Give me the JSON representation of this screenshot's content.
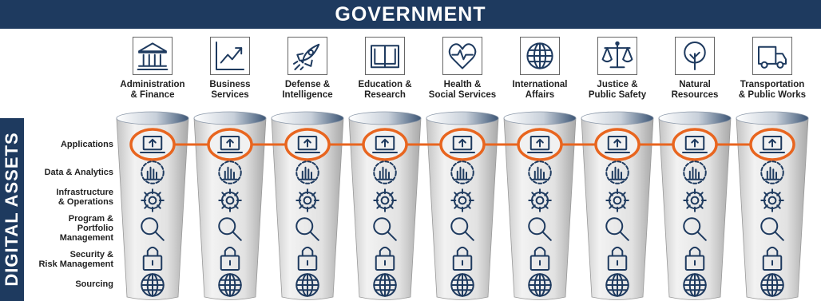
{
  "banner": {
    "title": "GOVERNMENT"
  },
  "side_label": "DIGITAL ASSETS",
  "colors": {
    "navy": "#1e3a5f",
    "highlight": "#e8651f",
    "cylinder_light": "#eeeeee",
    "cylinder_dark": "#9a9a9a"
  },
  "departments": [
    {
      "label": "Administration\n& Finance",
      "icon": "government-building-icon"
    },
    {
      "label": "Business\nServices",
      "icon": "trend-chart-icon"
    },
    {
      "label": "Defense &\nIntelligence",
      "icon": "rocket-icon"
    },
    {
      "label": "Education &\nResearch",
      "icon": "open-book-icon"
    },
    {
      "label": "Health &\nSocial Services",
      "icon": "heart-pulse-icon"
    },
    {
      "label": "International\nAffairs",
      "icon": "globe-icon"
    },
    {
      "label": "Justice &\nPublic Safety",
      "icon": "scales-icon"
    },
    {
      "label": "Natural\nResources",
      "icon": "tree-icon"
    },
    {
      "label": "Transportation\n& Public Works",
      "icon": "truck-icon"
    }
  ],
  "assets": [
    {
      "label": "Applications",
      "icon": "laptop-upload-icon",
      "highlighted": true
    },
    {
      "label": "Data & Analytics",
      "icon": "analytics-icon",
      "highlighted": false
    },
    {
      "label": "Infrastructure\n& Operations",
      "icon": "gear-icon",
      "highlighted": false
    },
    {
      "label": "Program &\nPortfolio\nManagement",
      "icon": "magnifier-icon",
      "highlighted": false
    },
    {
      "label": "Security &\nRisk Management",
      "icon": "padlock-icon",
      "highlighted": false
    },
    {
      "label": "Sourcing",
      "icon": "globe-icon",
      "highlighted": false
    }
  ]
}
